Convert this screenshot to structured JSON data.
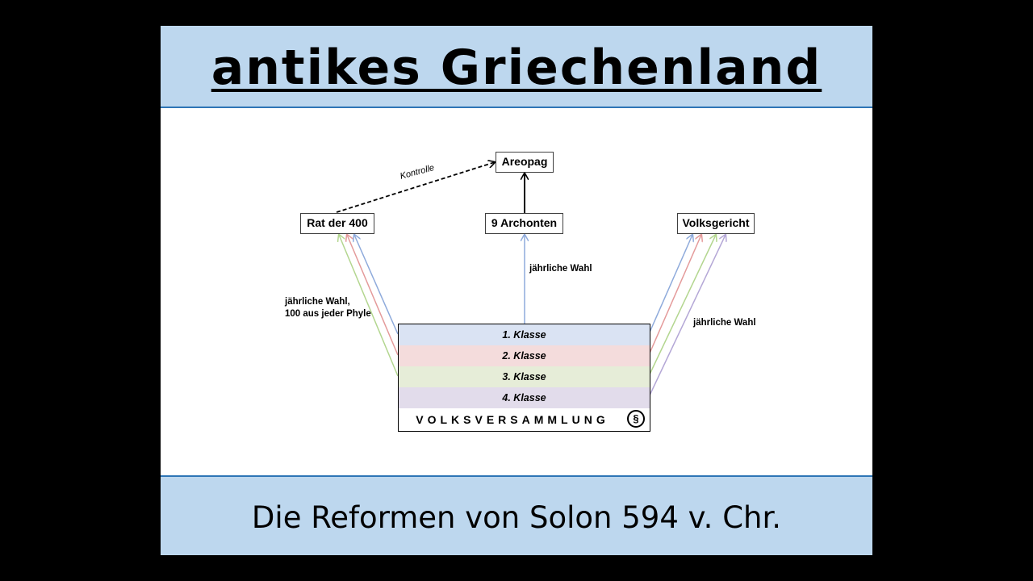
{
  "header": {
    "title": "antikes Griechenland"
  },
  "footer": {
    "subtitle": "Die Reformen von Solon 594 v. Chr."
  },
  "diagram": {
    "areopag": "Areopag",
    "rat": "Rat der 400",
    "archonten": "9 Archonten",
    "volksgericht": "Volksgericht",
    "kontrolle": "Kontrolle",
    "wahl_left_1": "jährliche Wahl,",
    "wahl_left_2": "100 aus jeder Phyle",
    "wahl_center": "jährliche Wahl",
    "wahl_right": "jährliche Wahl",
    "classes": [
      "1. Klasse",
      "2. Klasse",
      "3. Klasse",
      "4. Klasse"
    ],
    "assembly": "VOLKSVERSAMMLUNG",
    "paragraph": "§"
  },
  "colors": {
    "class1": "#dae3f3",
    "class2": "#f4dcdc",
    "class3": "#e6edd8",
    "class4": "#e2dceb",
    "arrow1": "#8eaadb",
    "arrow2": "#e49a9a",
    "arrow3": "#b3d68f",
    "arrow4": "#b4a7d6",
    "header_bg": "#bdd7ee"
  }
}
